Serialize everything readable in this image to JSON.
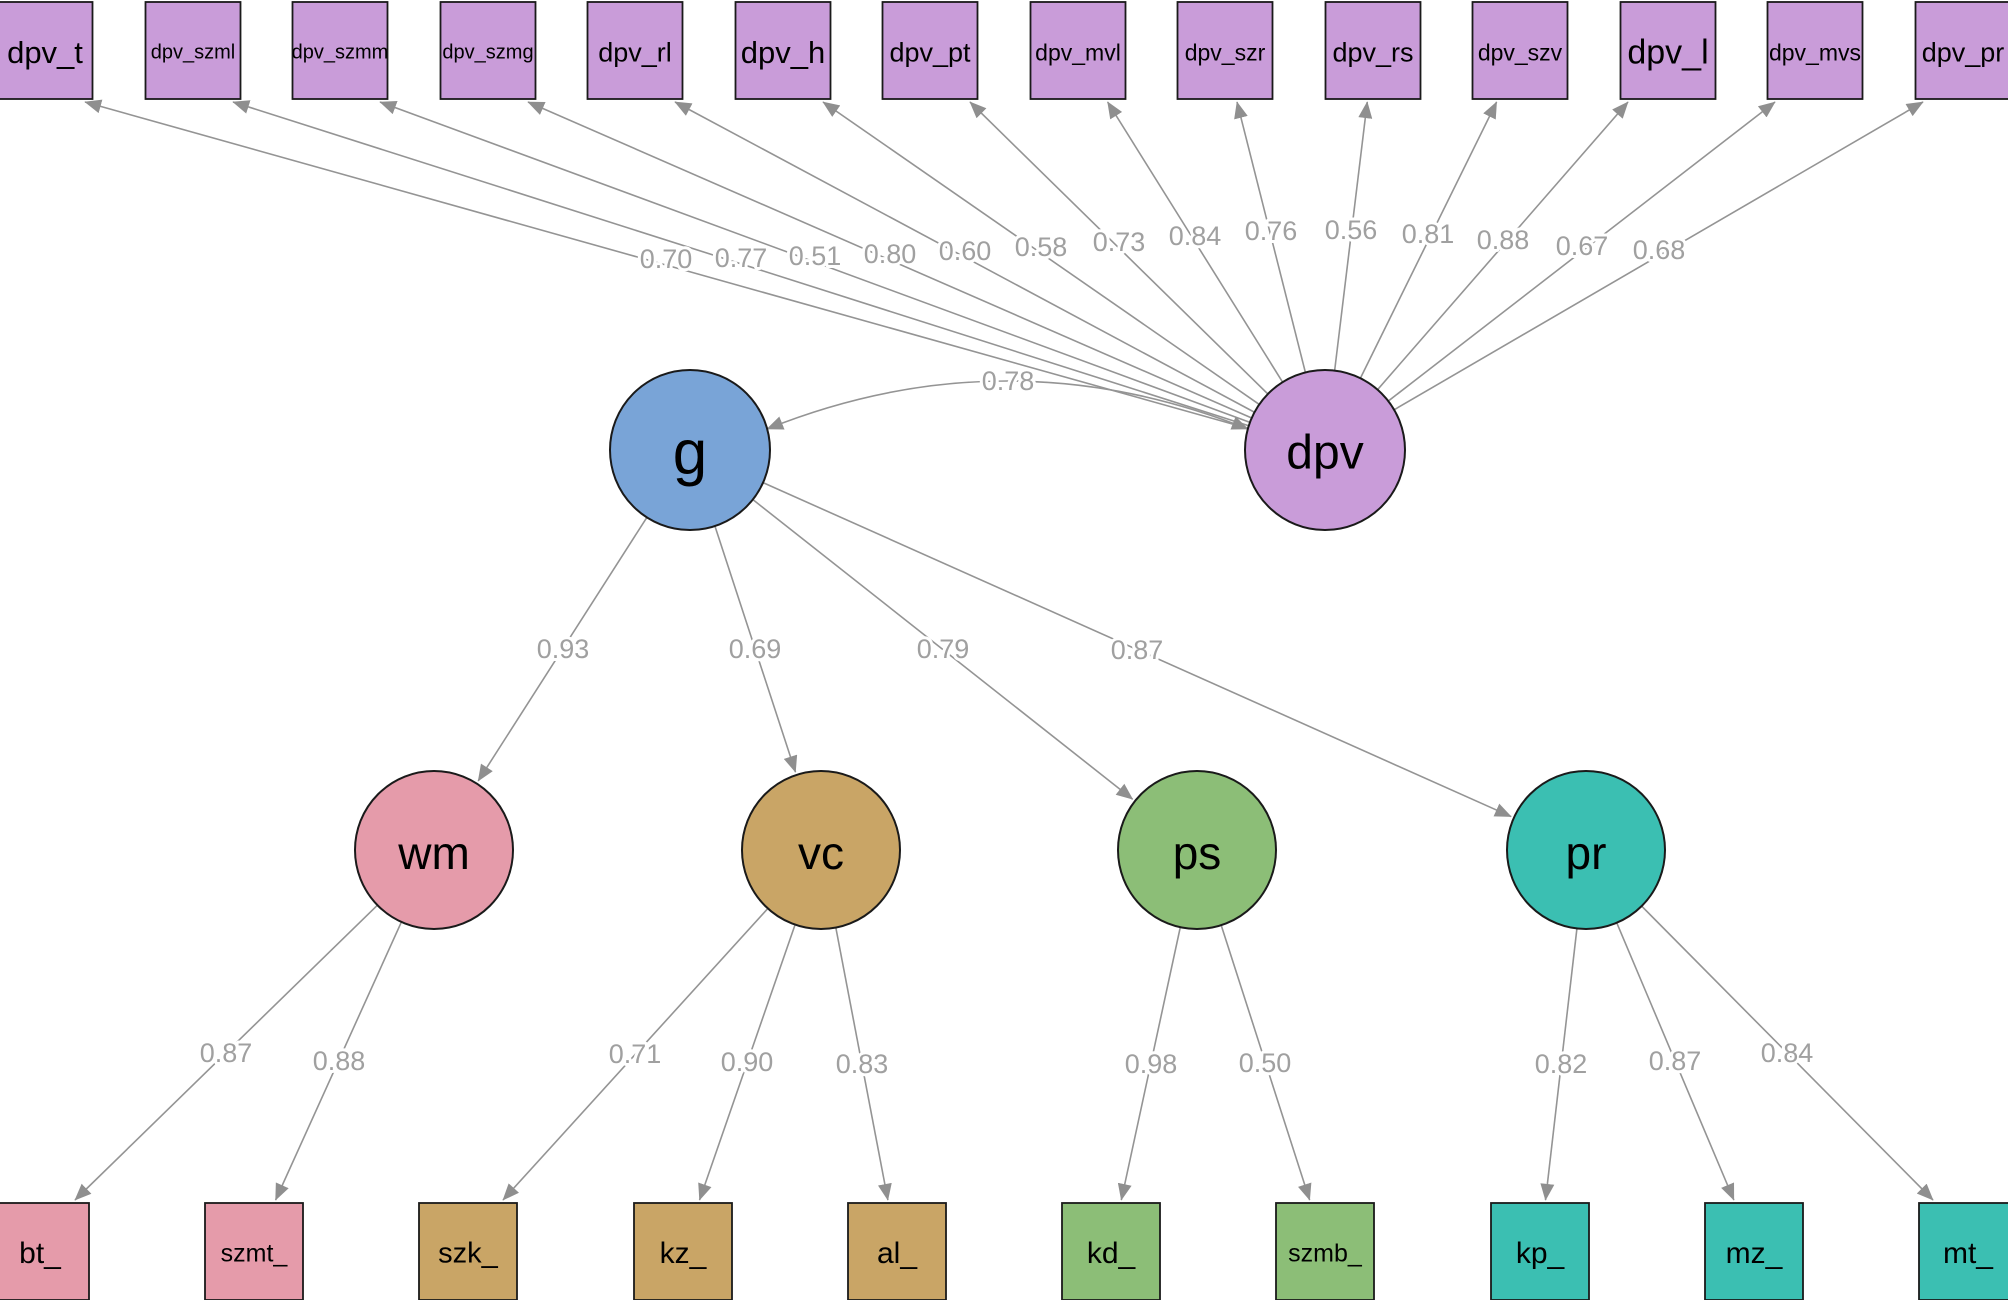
{
  "sem": {
    "g": {
      "label": "g",
      "color": "#79a4d7"
    },
    "dpv": {
      "label": "dpv",
      "color": "#c99cd9"
    },
    "g_dpv_covariance": "0.78",
    "dpv_indicator_color": "#c99cd9",
    "edge_color": "#949494",
    "loading_text_color": "#a0a0a0",
    "dpv_indicators": [
      {
        "label": "dpv_t",
        "loading": "0.70"
      },
      {
        "label": "dpv_szml",
        "loading": "0.77"
      },
      {
        "label": "dpv_szmm",
        "loading": "0.51"
      },
      {
        "label": "dpv_szmg",
        "loading": "0.80"
      },
      {
        "label": "dpv_rl",
        "loading": "0.60"
      },
      {
        "label": "dpv_h",
        "loading": "0.58"
      },
      {
        "label": "dpv_pt",
        "loading": "0.73"
      },
      {
        "label": "dpv_mvl",
        "loading": "0.84"
      },
      {
        "label": "dpv_szr",
        "loading": "0.76"
      },
      {
        "label": "dpv_rs",
        "loading": "0.56"
      },
      {
        "label": "dpv_szv",
        "loading": "0.81"
      },
      {
        "label": "dpv_l",
        "loading": "0.88"
      },
      {
        "label": "dpv_mvs",
        "loading": "0.67"
      },
      {
        "label": "dpv_pr",
        "loading": "0.68"
      }
    ],
    "factors": [
      {
        "label": "wm",
        "color": "#e59baa",
        "loading_from_g": "0.93",
        "indicators": [
          {
            "label": "bt_",
            "loading": "0.87"
          },
          {
            "label": "szmt_",
            "loading": "0.88"
          }
        ]
      },
      {
        "label": "vc",
        "color": "#c9a566",
        "loading_from_g": "0.69",
        "indicators": [
          {
            "label": "szk_",
            "loading": "0.71"
          },
          {
            "label": "kz_",
            "loading": "0.90"
          },
          {
            "label": "al_",
            "loading": "0.83"
          }
        ]
      },
      {
        "label": "ps",
        "color": "#8cbe77",
        "loading_from_g": "0.79",
        "indicators": [
          {
            "label": "kd_",
            "loading": "0.98"
          },
          {
            "label": "szmb_",
            "loading": "0.50"
          }
        ]
      },
      {
        "label": "pr",
        "color": "#3bbfb2",
        "loading_from_g": "0.87",
        "indicators": [
          {
            "label": "kp_",
            "loading": "0.82"
          },
          {
            "label": "mz_",
            "loading": "0.87"
          },
          {
            "label": "mt_",
            "loading": "0.84"
          }
        ]
      }
    ]
  }
}
